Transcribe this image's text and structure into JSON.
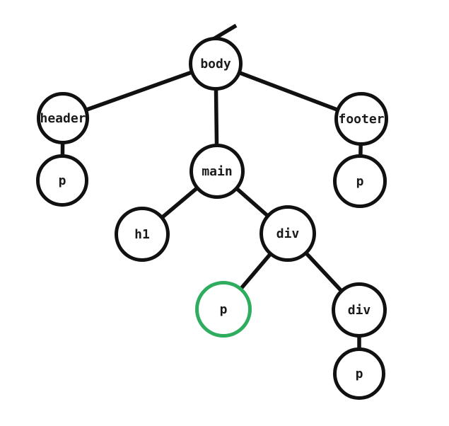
{
  "diagram": {
    "type": "dom-tree",
    "colors": {
      "node_stroke": "#111111",
      "edge": "#111111",
      "highlight_stroke": "#2fad5f",
      "background": "#ffffff",
      "text": "#1a1a1a"
    },
    "nodes": [
      {
        "id": "body",
        "label": "body",
        "highlighted": false
      },
      {
        "id": "header",
        "label": "header",
        "highlighted": false
      },
      {
        "id": "footer",
        "label": "footer",
        "highlighted": false
      },
      {
        "id": "header-p",
        "label": "p",
        "highlighted": false
      },
      {
        "id": "footer-p",
        "label": "p",
        "highlighted": false
      },
      {
        "id": "main",
        "label": "main",
        "highlighted": false
      },
      {
        "id": "h1",
        "label": "h1",
        "highlighted": false
      },
      {
        "id": "div-1",
        "label": "div",
        "highlighted": false
      },
      {
        "id": "p-highlighted",
        "label": "p",
        "highlighted": true
      },
      {
        "id": "div-2",
        "label": "div",
        "highlighted": false
      },
      {
        "id": "div-2-p",
        "label": "p",
        "highlighted": false
      }
    ],
    "edges": [
      {
        "from": "body",
        "to": "header"
      },
      {
        "from": "body",
        "to": "main"
      },
      {
        "from": "body",
        "to": "footer"
      },
      {
        "from": "header",
        "to": "header-p"
      },
      {
        "from": "footer",
        "to": "footer-p"
      },
      {
        "from": "main",
        "to": "h1"
      },
      {
        "from": "main",
        "to": "div-1"
      },
      {
        "from": "div-1",
        "to": "p-highlighted"
      },
      {
        "from": "div-1",
        "to": "div-2"
      },
      {
        "from": "div-2",
        "to": "div-2-p"
      }
    ],
    "truncated_edge_to_offscreen_parent": true
  }
}
